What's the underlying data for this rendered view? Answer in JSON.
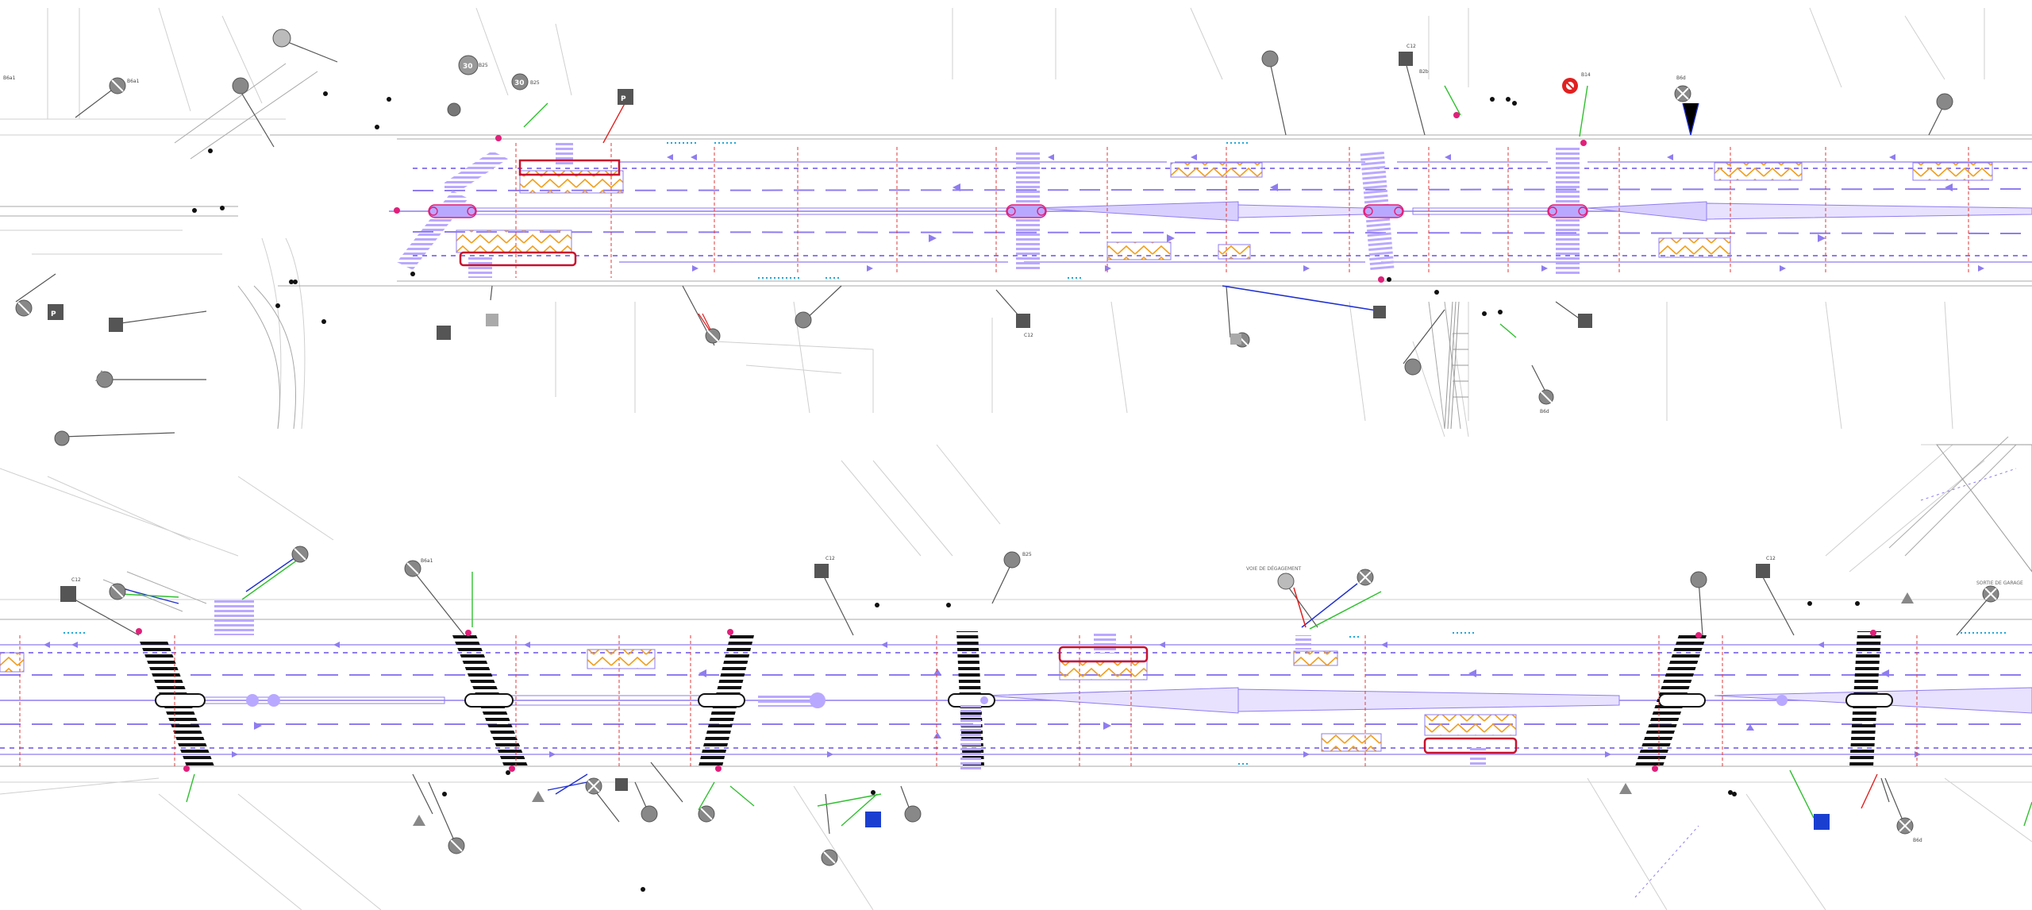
{
  "colors": {
    "background": "#ffffff",
    "base_lines": "#c8c8c8",
    "base_lines_dark": "#9a9a9a",
    "marking_purple": "#8f7cf0",
    "marking_purple_fill": "#b9a8ff",
    "dimension_red": "#e03a3a",
    "parking_yellow": "#f0a020",
    "highlight_magenta": "#e0207a",
    "box_red": "#c8102e",
    "cyan_marks": "#1fa8d8",
    "leader_green": "#30c030",
    "leader_red": "#e02020",
    "leader_blue": "#2030d0",
    "leader_gray": "#555555",
    "crosswalk_black": "#111111",
    "sign_gray": "#888888",
    "sign_dark": "#555555",
    "sign_blue": "#1a3fd0",
    "no_parking_red": "#e02020"
  },
  "sign_codes": {
    "top": [
      {
        "id": "s1",
        "text": "B6a1"
      },
      {
        "id": "s2",
        "text": "B6a1"
      },
      {
        "id": "s3",
        "text": "B25"
      },
      {
        "id": "s4",
        "text": "B25"
      },
      {
        "id": "s5",
        "text": "B2b"
      },
      {
        "id": "s6",
        "text": "C12"
      },
      {
        "id": "s7",
        "text": "B14"
      },
      {
        "id": "s8",
        "text": "B6d"
      },
      {
        "id": "s9",
        "text": "C12"
      },
      {
        "id": "s10",
        "text": "B6d"
      }
    ],
    "bottom": [
      {
        "id": "b1",
        "text": "C12"
      },
      {
        "id": "b2",
        "text": "B6a1"
      },
      {
        "id": "b3",
        "text": "C12"
      },
      {
        "id": "b4",
        "text": "B25"
      },
      {
        "id": "b5",
        "text": "C12"
      },
      {
        "id": "b6",
        "text": "B6d"
      }
    ]
  },
  "annotations": {
    "speed_30": "30",
    "parking_p": "P",
    "top_note": "VOIE DE DÉGAGEMENT",
    "bottom_note": "SORTIE DE GARAGE"
  }
}
